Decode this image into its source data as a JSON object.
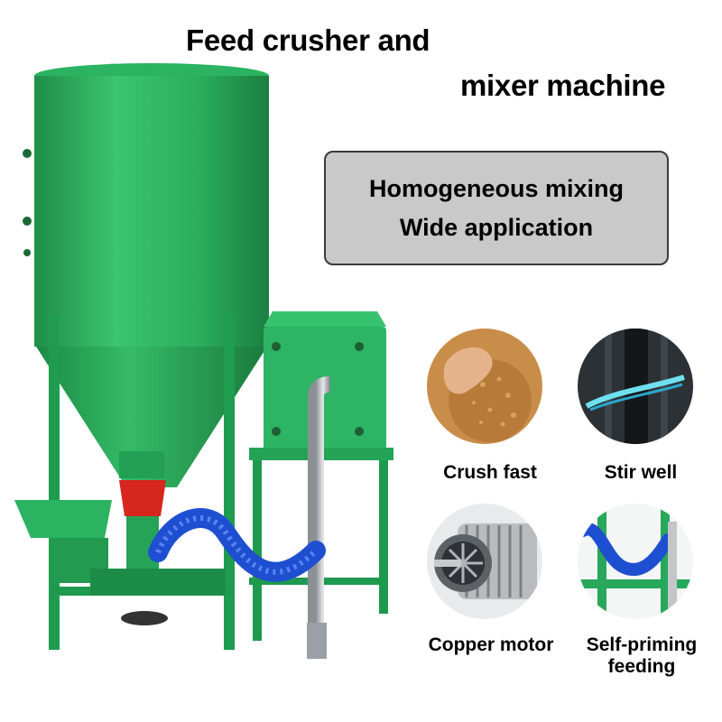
{
  "title": {
    "line1": "Feed crusher and",
    "line2": "mixer machine"
  },
  "features": {
    "line1": "Homogeneous mixing",
    "line2": "Wide application"
  },
  "thumbnails": [
    {
      "caption": "Crush fast"
    },
    {
      "caption": "Stir well"
    },
    {
      "caption": "Copper motor"
    },
    {
      "caption": "Self-priming\nfeeding"
    }
  ],
  "colors": {
    "machine_green": "#27a85a",
    "hose_blue": "#1f4fd1",
    "hopper_red": "#d7261e",
    "box_gray": "#c9c9c9"
  }
}
